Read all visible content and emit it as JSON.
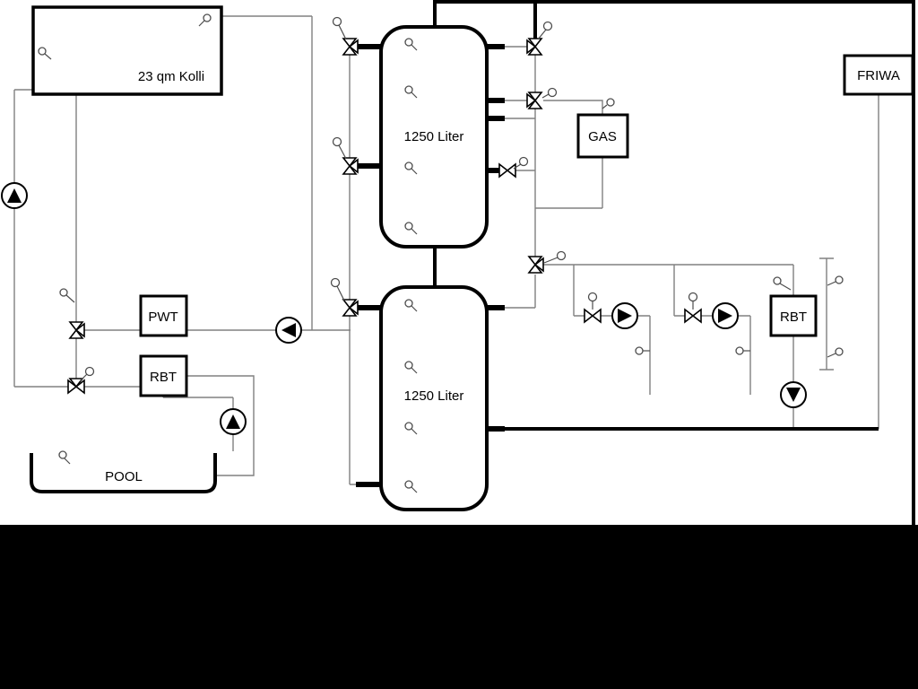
{
  "labels": {
    "collector": "23 qm Kolli",
    "tank_top": "1250 Liter",
    "tank_bottom": "1250 Liter",
    "gas": "GAS",
    "friwa": "FRIWA",
    "pwt": "PWT",
    "rbt_left": "RBT",
    "rbt_right": "RBT",
    "pool": "POOL"
  },
  "colors": {
    "background": "#ffffff",
    "major_pipe": "#000000",
    "minor_pipe": "#808080",
    "component_outline": "#000000",
    "letterbox": "#000000"
  }
}
